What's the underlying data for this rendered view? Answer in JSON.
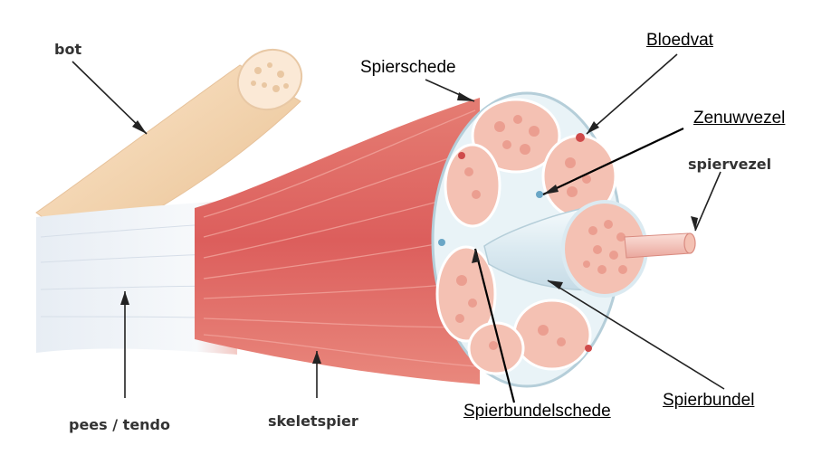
{
  "labels": {
    "bot": "bot",
    "spierschede": "Spierschede",
    "bloedvat": "Bloedvat",
    "zenuwvezel": "Zenuwvezel",
    "spiervezel": "spiervezel",
    "pees": "pees / tendo",
    "skeletspier": "skeletspier",
    "spierbundelschede": "Spierbundelschede",
    "spierbundel": "Spierbundel"
  },
  "colors": {
    "bone": "#f3d6b3",
    "bone_cut": "#fbe9d6",
    "muscle": "#de6a6a",
    "muscle_light": "#f2a49c",
    "tendon": "#eef3f8",
    "sheath": "#eaf3f7",
    "fascicle": "#f4c1b3"
  }
}
